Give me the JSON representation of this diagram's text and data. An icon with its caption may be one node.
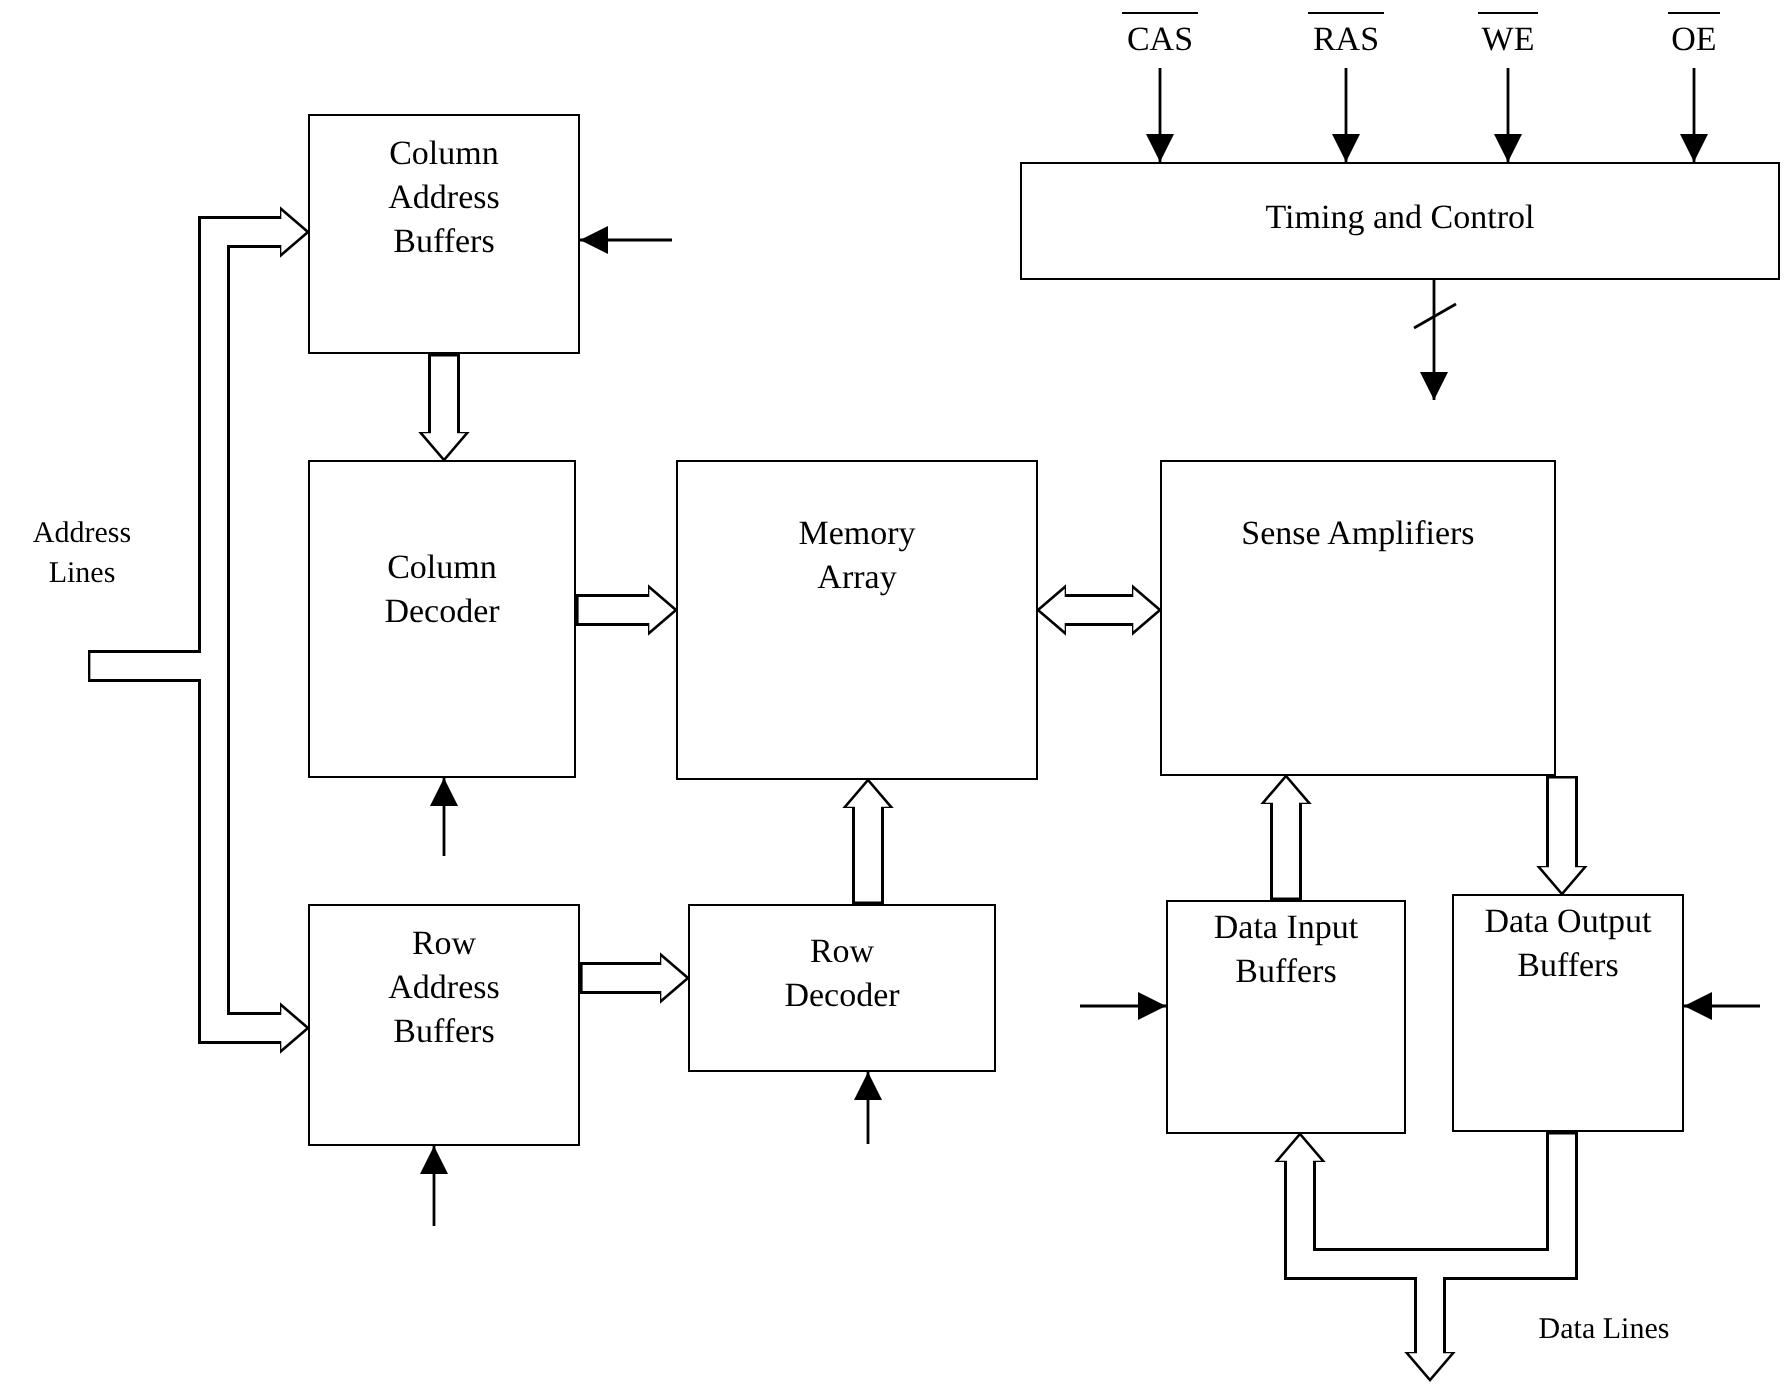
{
  "diagram": {
    "nodes": [
      {
        "text": [
          "Column Address Buffers"
        ]
      },
      {
        "text": [
          "Column Decoder"
        ]
      },
      {
        "text": [
          "Memory Array"
        ]
      },
      {
        "text": [
          "Sense Amplifiers"
        ]
      },
      {
        "text": [
          "Row Address Buffers"
        ]
      },
      {
        "text": [
          "Row Decoder"
        ]
      },
      {
        "text": [
          "Data Input Buffers"
        ]
      },
      {
        "text": [
          "Data Output Buffers"
        ]
      },
      {
        "text": [
          "Timing and Control"
        ]
      },
      {
        "text": [
          "CAS"
        ]
      },
      {
        "text": [
          "RAS"
        ]
      },
      {
        "text": [
          "WE"
        ]
      },
      {
        "text": [
          "OE"
        ]
      }
    ],
    "edges": [
      {
        "from": null,
        "to": 0,
        "arrow": "to",
        "style": "thick"
      },
      {
        "from": null,
        "to": 4,
        "arrow": "to",
        "style": "thick"
      },
      {
        "from": 0,
        "to": 1,
        "arrow": "to",
        "style": "thick"
      },
      {
        "from": 1,
        "to": 2,
        "arrow": "to",
        "style": "thick"
      },
      {
        "from": 2,
        "to": 3,
        "arrow": "both",
        "style": "thick"
      },
      {
        "from": 4,
        "to": 5,
        "arrow": "to",
        "style": "thick"
      },
      {
        "from": 5,
        "to": 2,
        "arrow": "to",
        "style": "thick"
      },
      {
        "from": 6,
        "to": 3,
        "arrow": "to",
        "style": "thick"
      },
      {
        "from": 3,
        "to": 7,
        "arrow": "to",
        "style": "thick"
      },
      {
        "from": 7,
        "to": null,
        "arrow": "to",
        "style": "thick"
      },
      {
        "from": null,
        "to": 6,
        "arrow": "to",
        "style": "thick"
      },
      {
        "from": 9,
        "to": 8,
        "arrow": "to"
      },
      {
        "from": 10,
        "to": 8,
        "arrow": "to"
      },
      {
        "from": 11,
        "to": 8,
        "arrow": "to"
      },
      {
        "from": 12,
        "to": 8,
        "arrow": "to"
      },
      {
        "from": 8,
        "to": null,
        "arrow": "to"
      },
      {
        "from": null,
        "to": 0,
        "arrow": "to"
      },
      {
        "from": null,
        "to": 1,
        "arrow": "to"
      },
      {
        "from": null,
        "to": 4,
        "arrow": "to"
      },
      {
        "from": null,
        "to": 5,
        "arrow": "to"
      },
      {
        "from": null,
        "to": 6,
        "arrow": "to"
      },
      {
        "from": null,
        "to": 7,
        "arrow": "to"
      }
    ],
    "labels": [
      "Address Lines",
      "Data Lines"
    ]
  }
}
